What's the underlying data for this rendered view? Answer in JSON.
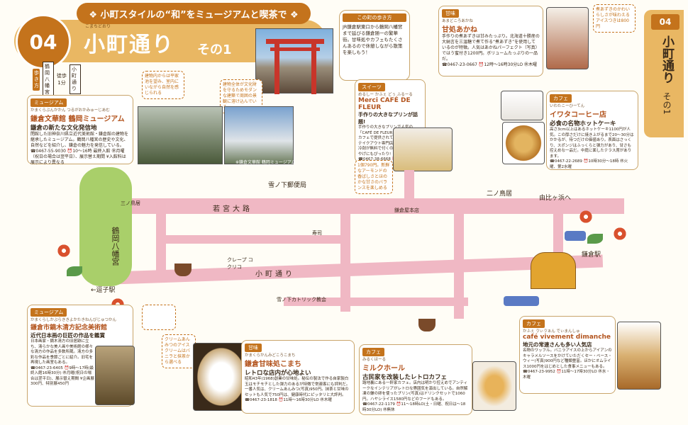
{
  "header": {
    "tagline": "❖ 小町スタイルの“和”をミュージアムと喫茶で ❖",
    "number": "04",
    "title_ruby": "こまちどおり",
    "title": "小町通り",
    "title_suffix": "その1"
  },
  "walk": {
    "label": "歩き方",
    "start": "鶴岡八幡宮",
    "arrow": "徒歩",
    "time": "1分",
    "end": "小町通り"
  },
  "intro": {
    "heading": "この町の歩き方",
    "body": "JR鎌倉駅東口から鶴岡八幡宮まで延びる鎌倉随一の繁華街。甘味処やカフェもたくさんあるので休憩しながら散策を楽しもう！"
  },
  "callouts": {
    "museum1_a": "建物内からは平家池を望み、室内にいながら自然を感じられる",
    "museum1_b": "建物全体が文化財を守るためモダンな建築で周囲の景観に溶け込んでいる",
    "photo_caption": "※鎌倉文華館 鶴岡ミュージアム",
    "amakawa": "煮あずきのかわいらしさが味わえるアイスつきは800円",
    "fleur": "1個790円。新鮮なアーモンドの香ばしさとほのかな甘さのバランスを楽しめる",
    "kawa": "クリームあんみつのアイスクリームはバニラと抹茶から選べる"
  },
  "spots": [
    {
      "tag": "ミュージアム",
      "kana": "かまくらぶんかかん つるがおかみゅーじあむ",
      "name": "鎌倉文華館 鶴岡ミュージアム",
      "catch": "鎌倉の新たな文化発信地",
      "body": "閉館した旧神奈川県立近代美術館・鎌倉館の建物を継承したミュージアム。鶴岡八幡宮の歴史や文化、自然などを紹介し、鎌倉の魅力を発信している。",
      "info": "☎0467-55-9030 ⏰10～16時 最終入館 ㊡月曜（祝日の場合は翌平日）、展示替え期間 ¥入館料は展示により異なる"
    },
    {
      "tag": "甘味",
      "kana": "あまどころあかね",
      "name": "甘処あかね",
      "catch": "",
      "body": "手作りの煮あずきは甘みたっぷり。北海道十勝産の大納言を三温糖で煮て作る“煮あずき”を使用しているのが特徴。人気はあかねパーフェクト（写真）ではう蜜付き1200円。ボリュームたっぷりの一品だ。",
      "info": "☎0467-23-0667 ⏰12時～16時30分LO ㊡木曜"
    },
    {
      "tag": "スイーツ",
      "kana": "めるしー かふぇ どぅ ふるーる",
      "name": "Merci CAFÉ DE FLEUR",
      "catch": "手作りの大きなプリンが話題!",
      "body": "手作りの大きなプリンで人気の「CAFÉ DE FLEUR」の姉妹店で、カフェで提供されているスイーツのテイクアウト専門店。2時間分の保冷剤が無料で付くので、鎌倉のおみやげにもぴったり!",
      "info": "☎0467-38-6668 ⏰11～18時 ㊡無休"
    },
    {
      "tag": "カフェ",
      "kana": "いわたこーひーてん",
      "name": "イワタコーヒー店",
      "catch": "必食の名物ホットケーキ",
      "body": "高さ3cm以上はあるホットケーキ1100円が人気。この厚さだけに焼き上がるまで20～30分はかかるが、待つだけの価値あり。表面はさっくり、スポンジはふっくらと弾力があり、甘さも控えめな一品だ。中庭に面したテラス席があります。",
      "info": "☎0467-22-2689 ⏰10時30分～18時 ㊡火曜、第2水曜"
    },
    {
      "tag": "ミュージアム",
      "kana": "かまくらしかぶらききよかたきねんびじゅつかん",
      "name": "鎌倉市鏑木清方記念美術館",
      "catch": "近代日本画の巨匠の作品を鑑賞",
      "body": "日本画家・鏑木清方の旧居跡に立ち、清らかな美人画や美術館の様々な清方の作品を多数所蔵。清方の多彩な作品を季節ごとに紹介。旧宅を再現した画室もある。",
      "info": "☎0467-23-6405 ⏰9時～17時(最終入館16時30分) ㊡月曜(祝日の場合は翌平日)、展示替え期間 ¥企画展300円、特別展450円"
    },
    {
      "tag": "甘味",
      "kana": "かまくらかんみどころこまち",
      "name": "鎌倉甘味処こまち",
      "catch": "レトロな店内が心地よい",
      "body": "昭和43年(1968)創業の甘味処。秘伝の製法で作る自家製白玉はモチモチとした弾力のあるが特徴で常連客にも評判だ。一番人気は、クリームあんみつ(写真)950円。抹茶と甘味のセットも人気で750円は、健康時代にピッタリと大評判。",
      "info": "☎0467-23-1818 ⏰11時～16時30分LO ㊡木曜"
    },
    {
      "tag": "カフェ",
      "kana": "みるくほーる",
      "name": "ミルクホール",
      "catch": "古民家を改装したレトロカフェ",
      "body": "路地裏にある一軒家カフェ。店内は明かり控えめでアンティークなインテリアがレトロな雰囲気を演出している。自然解凍の鎌の卵を使ったプリン(写真)はドリンクセットで1060円。ハヤシライス1580円などのフードもある。",
      "info": "☎0467-22-1179 ⏰11～18時LO(土・日曜、祝日は～18時30分LO) ㊡無休"
    },
    {
      "tag": "カフェ",
      "kana": "かふぇ ゔぃゔぁん でぃまんしゅ",
      "name": "café vivement dimanche",
      "catch": "地元の常連さんも多い人気店",
      "body": "名物のワッフル。バニラアイスの上からアイアンのキャラメルソースをかけていただくセー・ベース・ウィー(写真)900円など種類豊富。ほかにオムライス1000円をはじめとした食事メニューもある。",
      "info": "☎0467-23-9952 ⏰11時～17時30分LO ㊡水・木曜"
    }
  ],
  "map": {
    "labels": {
      "hachimangu": "鶴岡八幡宮",
      "wakamiya": "若宮大路",
      "komachi": "小町通り",
      "kamakura_st": "鎌倉駅",
      "yuigahama": "由比ヶ浜へ",
      "zushi": "←逗子駅",
      "nino_torii": "二ノ鳥居",
      "post": "雪ノ下郵便局",
      "crepe": "クレープ コクリコ",
      "kamakura_hall": "鎌倉屋本店",
      "church": "雪ノ下カトリック教会",
      "sannotorii": "三ノ鳥居",
      "sushi": "寿司"
    }
  },
  "side": {
    "number": "04",
    "title": "小町通り",
    "suffix": "その1"
  },
  "colors": {
    "accent": "#c4731c",
    "gold": "#e9b763",
    "road": "#f0b8c4"
  }
}
